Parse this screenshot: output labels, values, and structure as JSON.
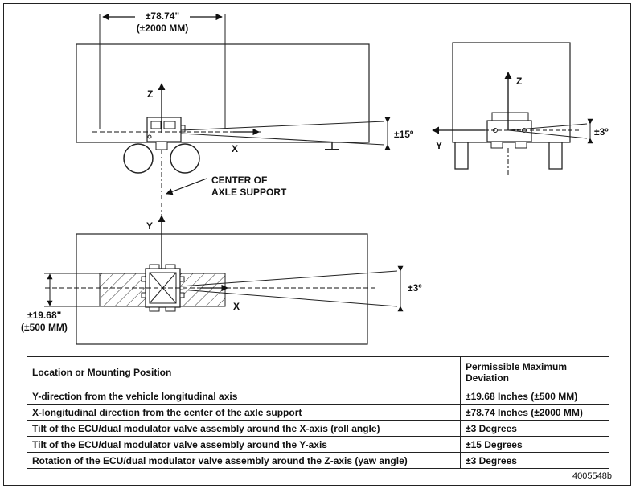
{
  "labels": {
    "x_range_top": "±78.74\"",
    "x_range_top_mm": "(±2000 MM)",
    "axis_z": "Z",
    "axis_x": "X",
    "axis_y": "Y",
    "tilt_y": "±15º",
    "tilt_x": "±3º",
    "yaw": "±3º",
    "center_line1": "CENTER OF",
    "center_line2": "AXLE SUPPORT",
    "y_range": "±19.68\"",
    "y_range_mm": "(±500 MM)"
  },
  "table": {
    "headers": [
      "Location or Mounting Position",
      "Permissible Maximum Deviation"
    ],
    "rows": [
      [
        "Y-direction from the vehicle longitudinal axis",
        "±19.68 Inches (±500 MM)"
      ],
      [
        "X-longitudinal direction from the center of the axle support",
        "±78.74 Inches (±2000 MM)"
      ],
      [
        "Tilt of the ECU/dual modulator valve assembly around the X-axis (roll angle)",
        "±3 Degrees"
      ],
      [
        "Tilt of the ECU/dual modulator valve assembly around the Y-axis",
        "±15 Degrees"
      ],
      [
        "Rotation of the ECU/dual modulator valve assembly around the Z-axis (yaw angle)",
        "±3 Degrees"
      ]
    ]
  },
  "figure_id": "4005548b"
}
